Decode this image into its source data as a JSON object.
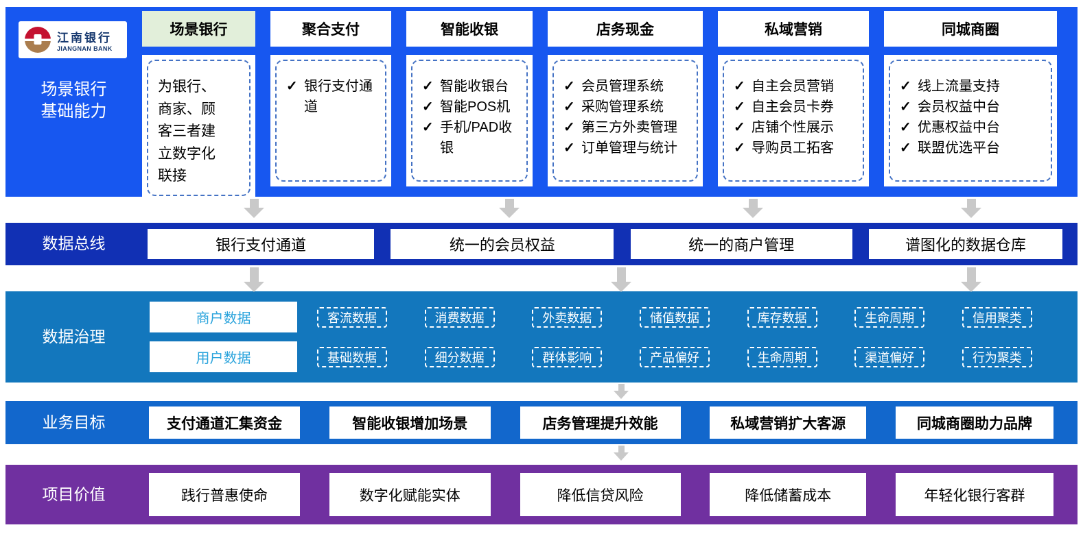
{
  "brand": {
    "name_cn": "江南银行",
    "name_en": "JIANGNAN BANK"
  },
  "check_icon": "✓",
  "capability_row": {
    "label": "场景银行基础能力",
    "columns": [
      {
        "header": "场景银行",
        "checked": false,
        "items": [
          "为银行、商家、顾客三者建立数字化联接"
        ]
      },
      {
        "header": "聚合支付",
        "checked": true,
        "items": [
          "银行支付通道"
        ]
      },
      {
        "header": "智能收银",
        "checked": true,
        "items": [
          "智能收银台",
          "智能POS机",
          "手机/PAD收银"
        ]
      },
      {
        "header": "店务现金",
        "checked": true,
        "items": [
          "会员管理系统",
          "采购管理系统",
          "第三方外卖管理",
          "订单管理与统计"
        ]
      },
      {
        "header": "私域营销",
        "checked": true,
        "items": [
          "自主会员营销",
          "自主会员卡券",
          "店铺个性展示",
          "导购员工拓客"
        ]
      },
      {
        "header": "同城商圈",
        "checked": true,
        "items": [
          "线上流量支持",
          "会员权益中台",
          "优惠权益中台",
          "联盟优选平台"
        ]
      }
    ]
  },
  "data_bus": {
    "label": "数据总线",
    "boxes": [
      "银行支付通道",
      "统一的会员权益",
      "统一的商户管理",
      "谱图化的数据仓库"
    ]
  },
  "data_governance": {
    "label": "数据治理",
    "rows": [
      {
        "category": "商户数据",
        "chips": [
          "客流数据",
          "消费数据",
          "外卖数据",
          "储值数据",
          "库存数据",
          "生命周期",
          "信用聚类"
        ]
      },
      {
        "category": "用户数据",
        "chips": [
          "基础数据",
          "细分数据",
          "群体影响",
          "产品偏好",
          "生命周期",
          "渠道偏好",
          "行为聚类"
        ]
      }
    ]
  },
  "business_goals": {
    "label": "业务目标",
    "boxes": [
      "支付通道汇集资金",
      "智能收银增加场景",
      "店务管理提升效能",
      "私域营销扩大客源",
      "同城商圈助力品牌"
    ]
  },
  "project_values": {
    "label": "项目价值",
    "boxes": [
      "践行普惠使命",
      "数字化赋能实体",
      "降低信贷风险",
      "降低储蓄成本",
      "年轻化银行客群"
    ]
  },
  "colors": {
    "band_top": "#1757F0",
    "band_bus": "#1130B4",
    "band_gov": "#1377BD",
    "band_goals": "#1267CC",
    "band_values": "#7030A0",
    "header_green": "#E2EFDA",
    "dashed_border": "#4472C4",
    "category_blue": "#29A3DC",
    "arrow_gray": "#C9C9C9",
    "logo_red": "#C41230",
    "logo_gold": "#AA7D4E",
    "logo_navy": "#16386E"
  }
}
